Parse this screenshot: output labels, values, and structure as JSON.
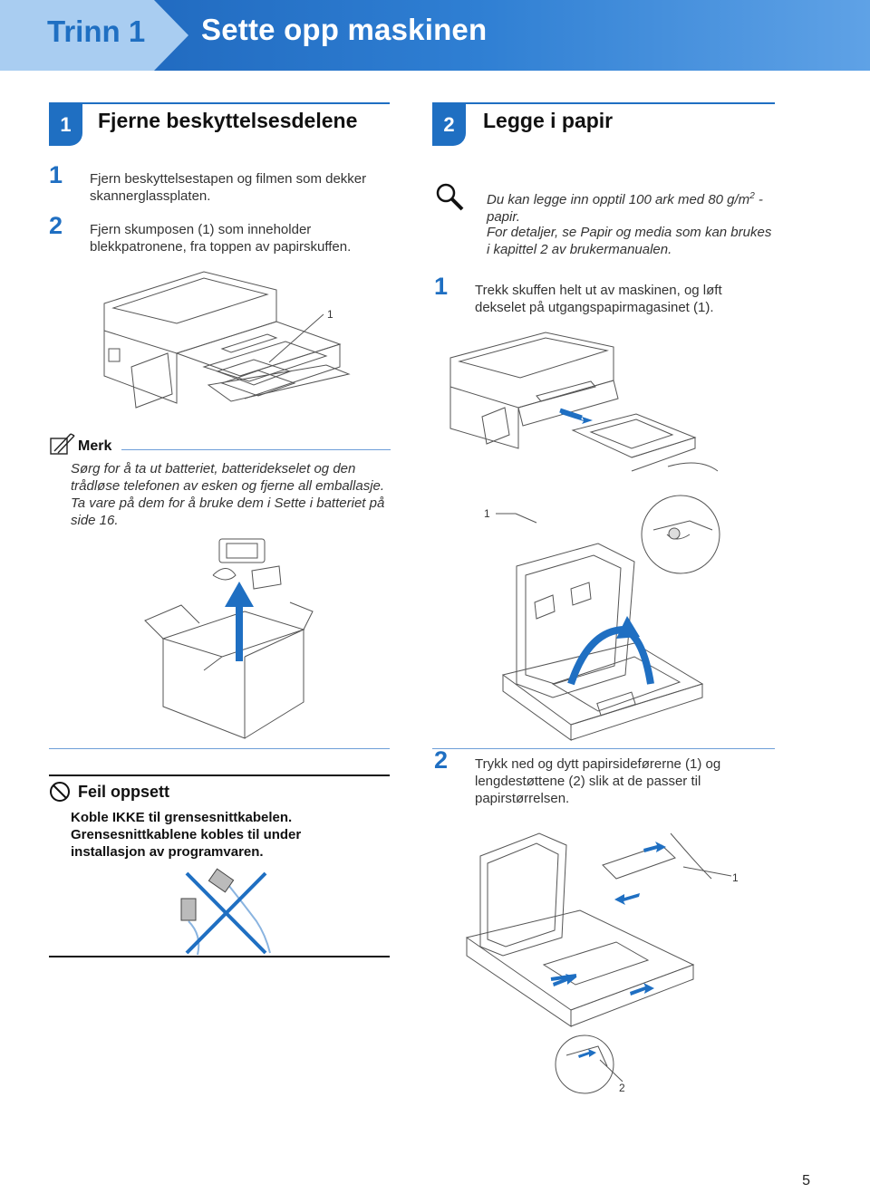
{
  "header": {
    "step_label": "Trinn 1",
    "title": "Sette opp maskinen",
    "colors": {
      "dark_blue": "#1a5fb4",
      "mid_blue": "#4a90d9",
      "light_blue": "#a6c8ee",
      "accent": "#1f6fc2"
    }
  },
  "section1": {
    "number": "1",
    "title": "Fjerne beskyttelsesdelene",
    "steps": [
      {
        "num": "1",
        "text": "Fjern beskyttelsestapen og filmen som dekker skannerglassplaten."
      },
      {
        "num": "2",
        "text": "Fjern skumposen (1) som inneholder blekkpatronene, fra toppen av papirskuffen."
      }
    ],
    "figure_callout": "1"
  },
  "note": {
    "title": "Merk",
    "text": "Sørg for å ta ut batteriet, batteridekselet og den trådløse telefonen av esken og fjerne all emballasje. Ta vare på dem for å bruke dem i Sette i batteriet på side 16."
  },
  "error": {
    "title": "Feil oppsett",
    "text": "Koble IKKE til grensesnittkabelen. Grensesnittkablene kobles til under installasjon av programvaren."
  },
  "section2": {
    "number": "2",
    "title": "Legge i papir",
    "tip": {
      "line1": "Du kan legge inn opptil 100 ark med 80 g/m",
      "superscript": "2",
      "line1_tail": " - papir.",
      "line2": "For detaljer, se Papir og media som kan brukes i kapittel 2 av brukermanualen."
    },
    "steps": [
      {
        "num": "1",
        "text": "Trekk skuffen helt ut av maskinen, og løft dekselet på utgangspapirmagasinet (1)."
      },
      {
        "num": "2",
        "text": "Trykk ned og dytt papirsideførerne (1) og lengdestøttene (2) slik at de passer til papirstørrelsen."
      }
    ],
    "callouts": {
      "cover": "1",
      "guides": "1",
      "length": "2"
    }
  },
  "page_number": "5"
}
